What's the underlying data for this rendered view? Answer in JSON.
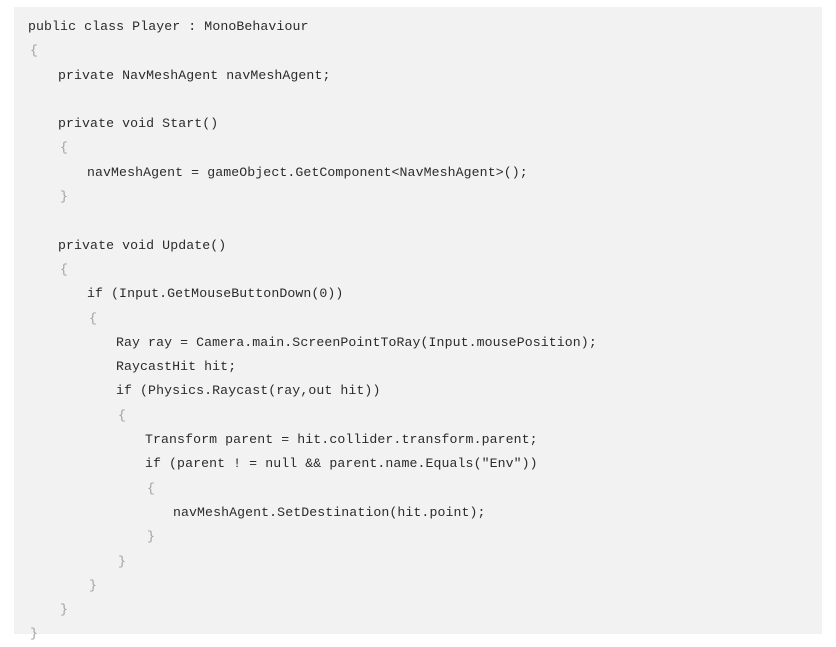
{
  "code": {
    "lines": [
      "public class Player : MonoBehaviour",
      "{",
      "private NavMeshAgent navMeshAgent;",
      "",
      "private void Start()",
      "{",
      "navMeshAgent = gameObject.GetComponent<NavMeshAgent>();",
      "}",
      "",
      "private void Update()",
      "{",
      "if (Input.GetMouseButtonDown(0))",
      "{",
      "Ray ray = Camera.main.ScreenPointToRay(Input.mousePosition);",
      "RaycastHit hit;",
      "if (Physics.Raycast(ray,out hit))",
      "{",
      "Transform parent = hit.collider.transform.parent;",
      "if (parent ! = null && parent.name.Equals(\"Env\"))",
      "{",
      "navMeshAgent.SetDestination(hit.point);",
      "}",
      "}",
      "}",
      "}",
      "}"
    ]
  }
}
